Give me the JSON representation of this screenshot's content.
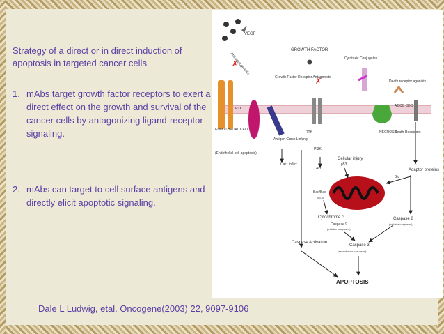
{
  "slide": {
    "intro": "Strategy of a direct or in direct induction of apoptosis in targeted cancer cells",
    "items": [
      {
        "num": "1.",
        "text": "mAbs target growth factor receptors to exert a direct effect on the growth and survival of the cancer cells by antagonizing ligand-receptor signaling."
      },
      {
        "num": "2.",
        "text": "mAbs can target to cell surface antigens and directly elicit apoptotic signaling."
      }
    ],
    "citation": "Dale L Ludwig, etal. Oncogene(2003) 22, 9097-9106"
  },
  "diagram": {
    "vegf": "VEGF",
    "anti_angio": "Anti-angiogenesis",
    "growth_factor": "GROWTH FACTOR",
    "gf_receptor_antagonists": "Growth Factor Receptor Antagonists",
    "cytotoxic": "Cytotoxic Conjugates",
    "death_receptor": "Death receptor agonists",
    "rtk": "RTK",
    "endothelial": "ENDOTHELIAL CELLS",
    "endo_apoptosis": "(Endothelial cell apoptosis)",
    "antigen_crosslink": "Antigen Cross Linking",
    "rtk2": "RTK",
    "pi3k": "PI3K",
    "adcc": "ADCC CDC",
    "necrosis": "NECROSIS",
    "death_receptors": "Death Receptors",
    "cellular_injury": "Cellular injury",
    "p53": "p53",
    "ca_influx": "Ca²⁺ influx",
    "akt": "Akt",
    "bid": "Bid",
    "adaptor": "Adaptor proteins",
    "baxbad": "Bax/Bad",
    "bclxl": "Bcl-xl",
    "cytochrome": "Cytochrome c",
    "caspase9": "Caspase 9",
    "caspase9_sub": "(initiator caspases)",
    "caspase8": "Caspase 8",
    "caspase8_sub": "(initiator caspases)",
    "caspase_activation": "Caspase Activation",
    "caspase3": "Caspase 3",
    "caspase3_sub": "(executioner caspases)",
    "apoptosis": "APOPTOSIS"
  }
}
